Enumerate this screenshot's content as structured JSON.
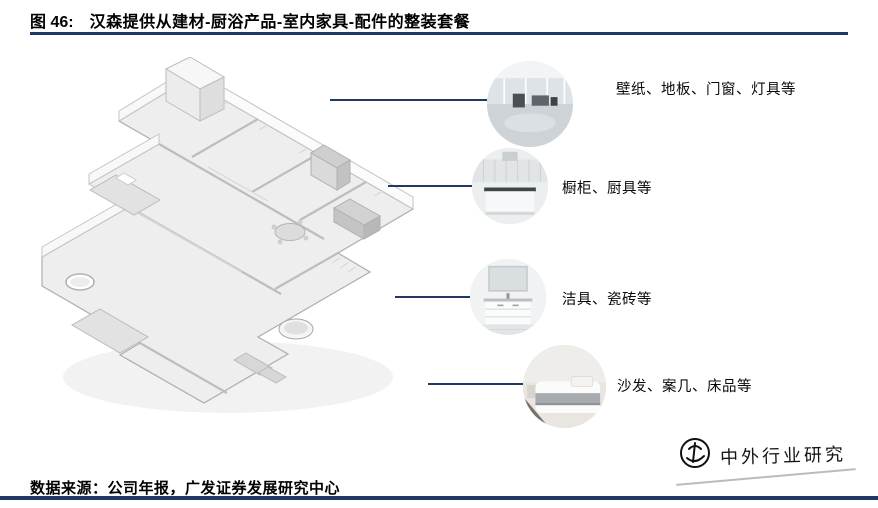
{
  "figure_header": {
    "label": "图 46:",
    "title": "汉森提供从建材-厨浴产品-室内家具-配件的整装套餐"
  },
  "floorplan": {
    "name": "isometric-apartment-floorplan"
  },
  "callouts": [
    {
      "label": "壁纸、地板、门窗、灯具等",
      "photo": "interior-flooring-windows-photo"
    },
    {
      "label": "橱柜、厨具等",
      "photo": "kitchen-cabinet-photo"
    },
    {
      "label": "洁具、瓷砖等",
      "photo": "bathroom-vanity-photo"
    },
    {
      "label": "沙发、案几、床品等",
      "photo": "bedroom-furniture-photo"
    }
  ],
  "footer": {
    "source": "数据来源：公司年报，广发证券发展研究中心"
  },
  "watermark": {
    "text": "中外行业研究"
  },
  "colors": {
    "accent": "#1F3864",
    "text": "#000000"
  }
}
